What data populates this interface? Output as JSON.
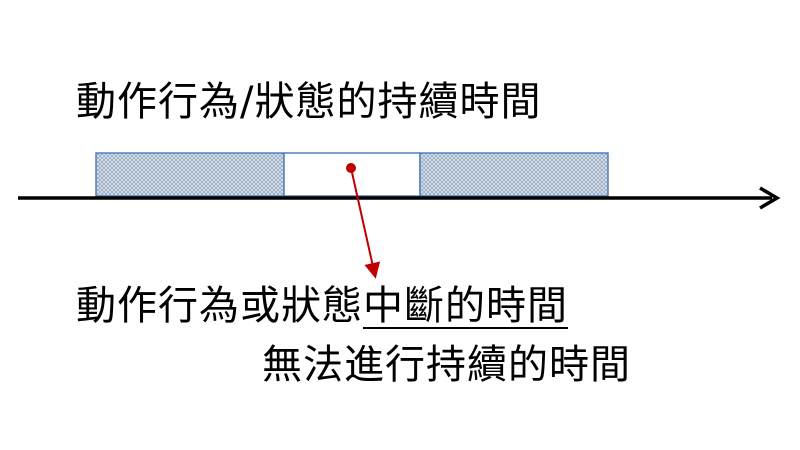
{
  "title": "動作行為/狀態的持續時間",
  "caption": {
    "line1_plain": "動作行為或狀態",
    "line1_emphasis": "中斷的時間",
    "line2": "無法進行持續的時間"
  },
  "colors": {
    "block_fill": "#dbe5f1",
    "block_hatch": "#9aa9bd",
    "block_stroke": "#4f81bd",
    "pointer": "#c00000",
    "axis": "#000000"
  }
}
